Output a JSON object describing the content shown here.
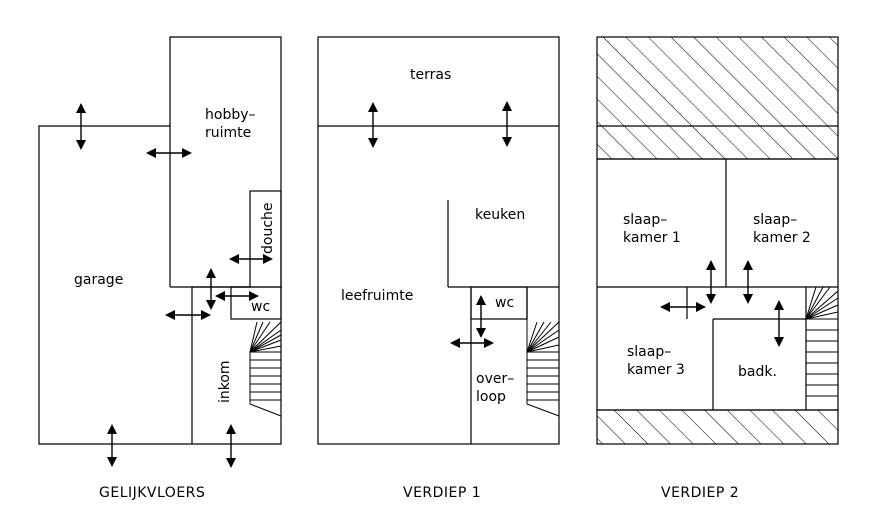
{
  "floors": [
    {
      "title": "GELIJKVLOERS"
    },
    {
      "title": "VERDIEP  1"
    },
    {
      "title": "VERDIEP  2"
    }
  ],
  "rooms": {
    "hobby_1": "hobby–",
    "hobby_2": "ruimte",
    "douche": "douche",
    "garage": "garage",
    "wc": "wc",
    "inkom": "inkom",
    "terras": "terras",
    "keuken": "keuken",
    "leefruimte": "leefruimte",
    "overloop_1": "over–",
    "overloop_2": "loop",
    "slaapkamer1_1": "slaap–",
    "slaapkamer1_2": "kamer  1",
    "slaapkamer2_1": "slaap–",
    "slaapkamer2_2": "kamer  2",
    "slaapkamer3_1": "slaap–",
    "slaapkamer3_2": "kamer  3",
    "badk": "badk."
  },
  "colors": {
    "line": "#000000",
    "background": "#ffffff"
  }
}
